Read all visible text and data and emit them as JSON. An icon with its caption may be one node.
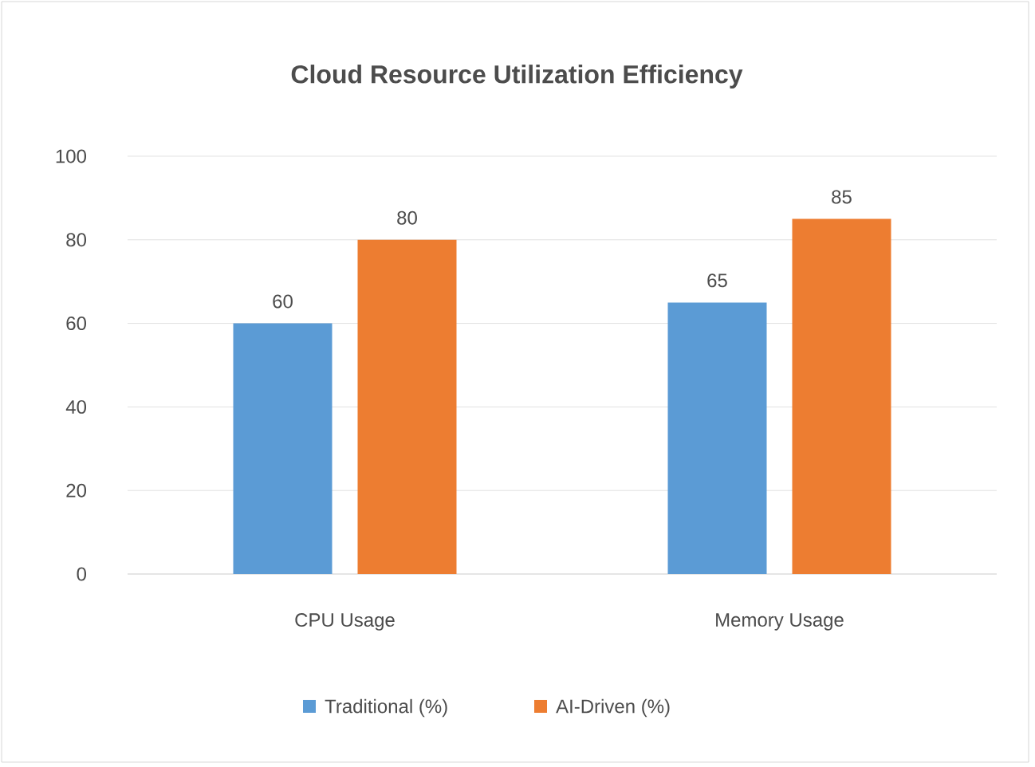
{
  "diagram": {
    "chart_data": {
      "type": "bar",
      "title": "Cloud Resource Utilization Efficiency",
      "categories": [
        "CPU Usage",
        "Memory Usage"
      ],
      "series": [
        {
          "name": "Traditional (%)",
          "color": "#5b9bd5",
          "values": [
            60,
            65
          ]
        },
        {
          "name": "AI-Driven (%)",
          "color": "#ed7d31",
          "values": [
            80,
            85
          ]
        }
      ],
      "ylim": [
        0,
        100
      ],
      "yticks": [
        0,
        20,
        40,
        60,
        80,
        100
      ],
      "data_labels": true,
      "grid": "y",
      "legend": "bottom"
    }
  }
}
